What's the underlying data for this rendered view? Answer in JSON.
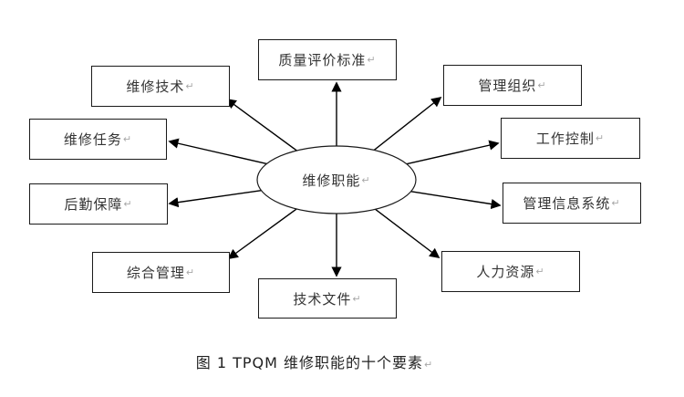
{
  "diagram": {
    "center_label": "维修职能",
    "return_mark": "↵",
    "nodes": [
      {
        "id": "quality-evaluation-standards",
        "label": "质量评价标准"
      },
      {
        "id": "management-organization",
        "label": "管理组织"
      },
      {
        "id": "work-control",
        "label": "工作控制"
      },
      {
        "id": "management-info-system",
        "label": "管理信息系统"
      },
      {
        "id": "human-resources",
        "label": "人力资源"
      },
      {
        "id": "technical-documents",
        "label": "技术文件"
      },
      {
        "id": "comprehensive-management",
        "label": "综合管理"
      },
      {
        "id": "logistics-support",
        "label": "后勤保障"
      },
      {
        "id": "maintenance-tasks",
        "label": "维修任务"
      },
      {
        "id": "maintenance-technology",
        "label": "维修技术"
      }
    ],
    "caption": "图 1 TPQM 维修职能的十个要素"
  },
  "colors": {
    "background": "#ffffff",
    "box_border": "#1a1a1a",
    "arrow": "#000000",
    "text": "#333333",
    "format_mark": "#a8a8a8"
  }
}
